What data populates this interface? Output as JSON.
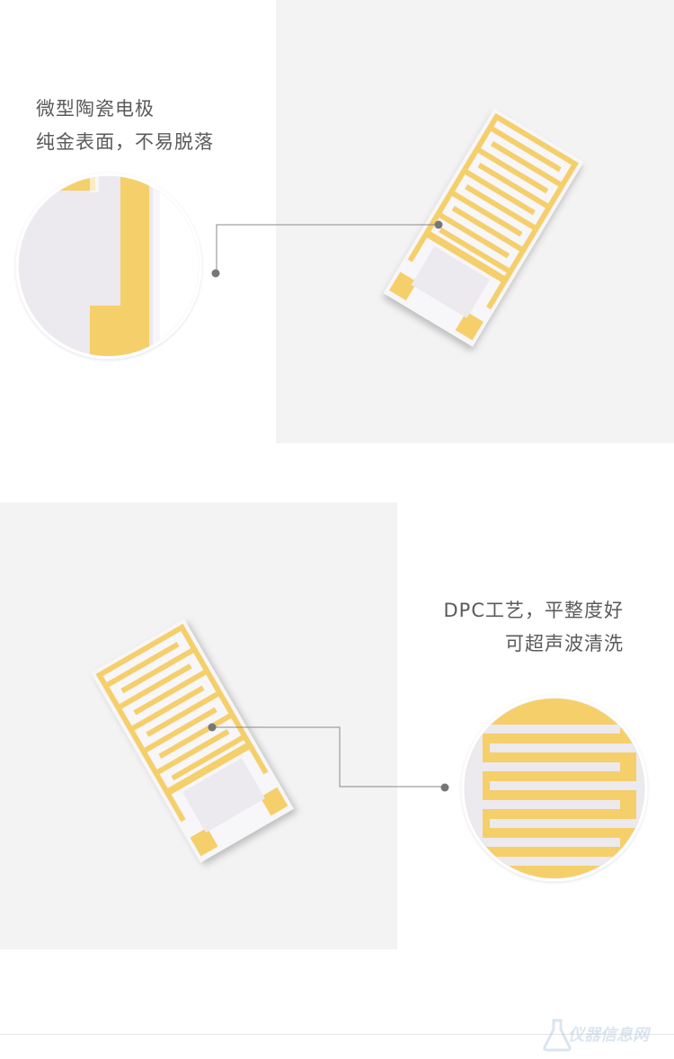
{
  "section_top": {
    "caption_line1": "微型陶瓷电极",
    "caption_line2": "纯金表面，不易脱落"
  },
  "section_bottom": {
    "caption_line1": "DPC工艺，平整度好",
    "caption_line2": "可超声波清洗"
  },
  "watermark": {
    "text": "仪器信息网"
  },
  "colors": {
    "gold": "#f5cf6a",
    "ceramic": "#ece9ef",
    "panel": "#f4f3f4",
    "callout_line": "#888888",
    "callout_dot": "#777777"
  }
}
